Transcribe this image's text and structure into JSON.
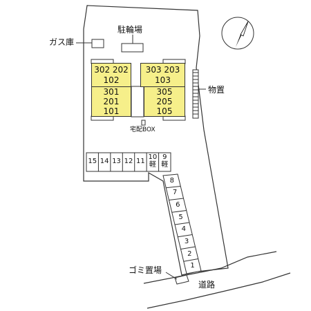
{
  "labels": {
    "gas": "ガス庫",
    "bicycle": "駐輪場",
    "storage": "物置",
    "delivery_box": "宅配BOX",
    "garbage": "ゴミ置場",
    "road": "道路"
  },
  "units": [
    {
      "id": "302-202-102",
      "text": "302 202\n102"
    },
    {
      "id": "303-203-103",
      "text": "303 203\n103"
    },
    {
      "id": "301-201-101",
      "text": "301\n201\n101"
    },
    {
      "id": "305-205-105",
      "text": "305\n205\n105"
    }
  ],
  "parking_row": [
    "15",
    "14",
    "13",
    "12",
    "11",
    "10\n軽",
    "9\n軽"
  ],
  "parking_diagonal": [
    "8",
    "7",
    "6",
    "5",
    "4",
    "3",
    "2",
    "1"
  ],
  "colors": {
    "building": "#f6ef8a",
    "line": "#333333"
  },
  "icons": {
    "north": "north-arrow-icon"
  }
}
